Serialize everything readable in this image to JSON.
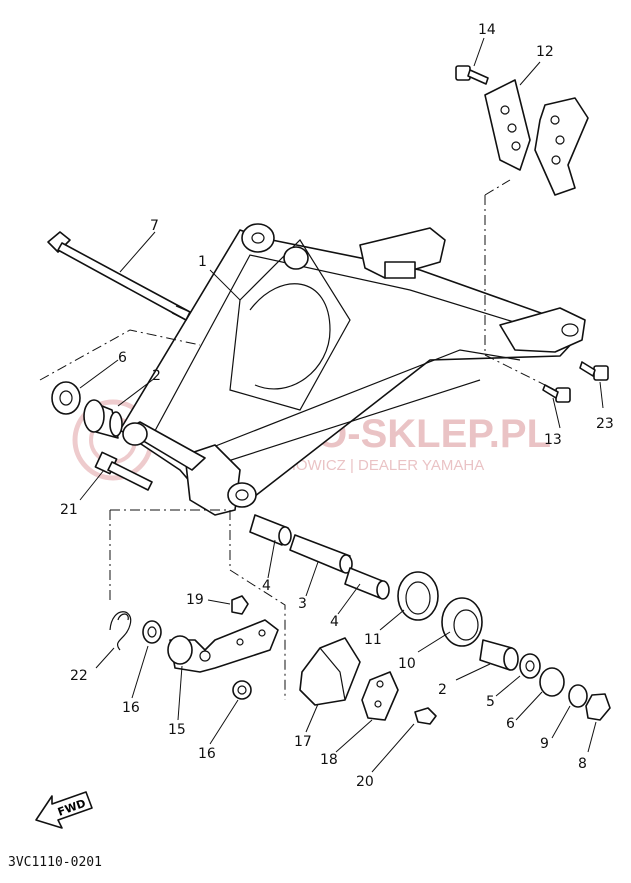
{
  "diagram": {
    "code": "3VC1110-0201",
    "fwd_label": "FWD",
    "watermark": {
      "brand": "MOTO-SKLEP.PL",
      "subtitle": "PIECHOWICZ | DEALER YAMAHA"
    },
    "callouts": [
      "1",
      "2",
      "3",
      "4",
      "5",
      "6",
      "7",
      "8",
      "9",
      "10",
      "11",
      "12",
      "13",
      "14",
      "15",
      "16",
      "17",
      "18",
      "19",
      "20",
      "21",
      "22",
      "23"
    ],
    "callouts_repeated": {
      "2b": "2",
      "4b": "4",
      "6b": "6",
      "16b": "16"
    }
  }
}
